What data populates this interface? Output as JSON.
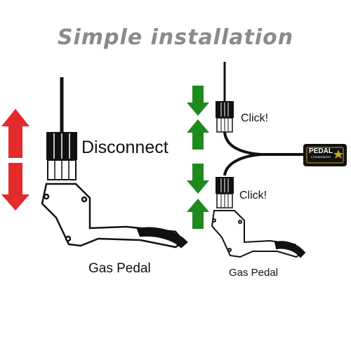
{
  "title": "Simple installation",
  "labels": {
    "disconnect": "Disconnect",
    "gas_pedal_left": "Gas Pedal",
    "gas_pedal_right": "Gas Pedal",
    "click_top": "Click!",
    "click_bottom": "Click!"
  },
  "module": {
    "line1": "PEDAL",
    "line2": "COMMANDER"
  },
  "colors": {
    "red_arrow": "#e32b2b",
    "green_arrow": "#1e8a1e",
    "title": "#8a8a8a",
    "star": "#c9a227"
  }
}
